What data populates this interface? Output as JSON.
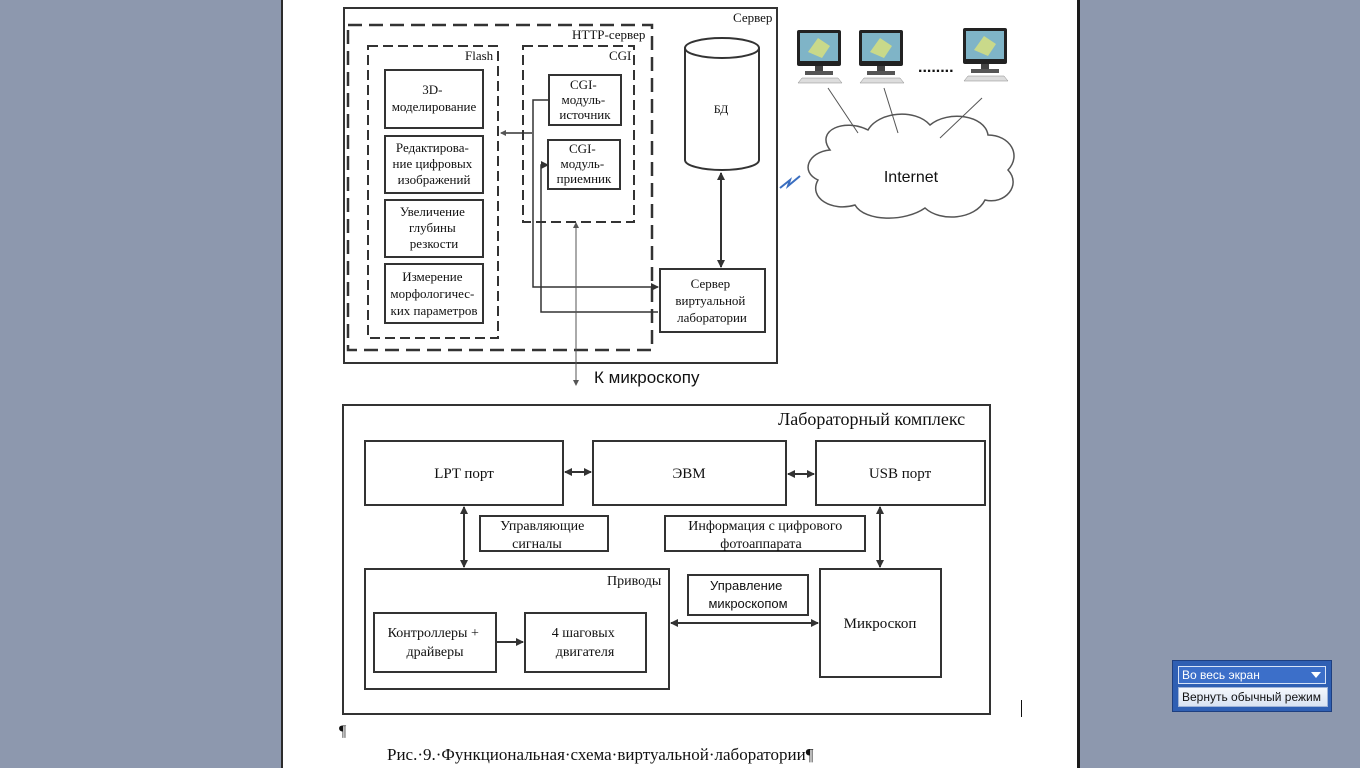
{
  "diagram": {
    "server_label": "Сервер",
    "http_server_label": "HTTP-сервер",
    "flash_label": "Flash",
    "cgi_label": "CGI",
    "flash_items": [
      [
        "3D-",
        "моделирование"
      ],
      [
        "Редактирова-",
        "ние цифровых",
        "изображений"
      ],
      [
        "Увеличение",
        "глубины",
        "резкости"
      ],
      [
        "Измерение",
        "морфологичес-",
        "ких параметров"
      ]
    ],
    "cgi_items": [
      [
        "CGI-",
        "модуль-",
        "источник"
      ],
      [
        "CGI-",
        "модуль-",
        "приемник"
      ]
    ],
    "db_label": "БД",
    "vlab_server": [
      "Сервер",
      "виртуальной",
      "лаборатории"
    ],
    "internet_label": "Internet",
    "clients_ellipsis": "........",
    "to_microscope": "К микроскопу",
    "lab_complex_label": "Лабораторный комплекс",
    "lpt_port": "LPT порт",
    "computer": "ЭВМ",
    "usb_port": "USB порт",
    "control_signals": [
      "Управляющие",
      "сигналы"
    ],
    "camera_info": [
      "Информация с цифрового",
      "фотоаппарата"
    ],
    "drives_label": "Приводы",
    "controllers": [
      "Контроллеры +",
      "драйверы"
    ],
    "stepper_motors": [
      "4 шаговых",
      "двигателя"
    ],
    "microscope_control": [
      "Управление",
      "микроскопом"
    ],
    "microscope": "Микроскоп"
  },
  "document": {
    "pilcrow": "¶",
    "caption": "Рис.·9.·Функциональная·схема·виртуальной·лаборатории¶"
  },
  "fullscreen_toolbar": {
    "view_mode": "Во весь экран",
    "restore_button": "Вернуть обычный режим"
  }
}
